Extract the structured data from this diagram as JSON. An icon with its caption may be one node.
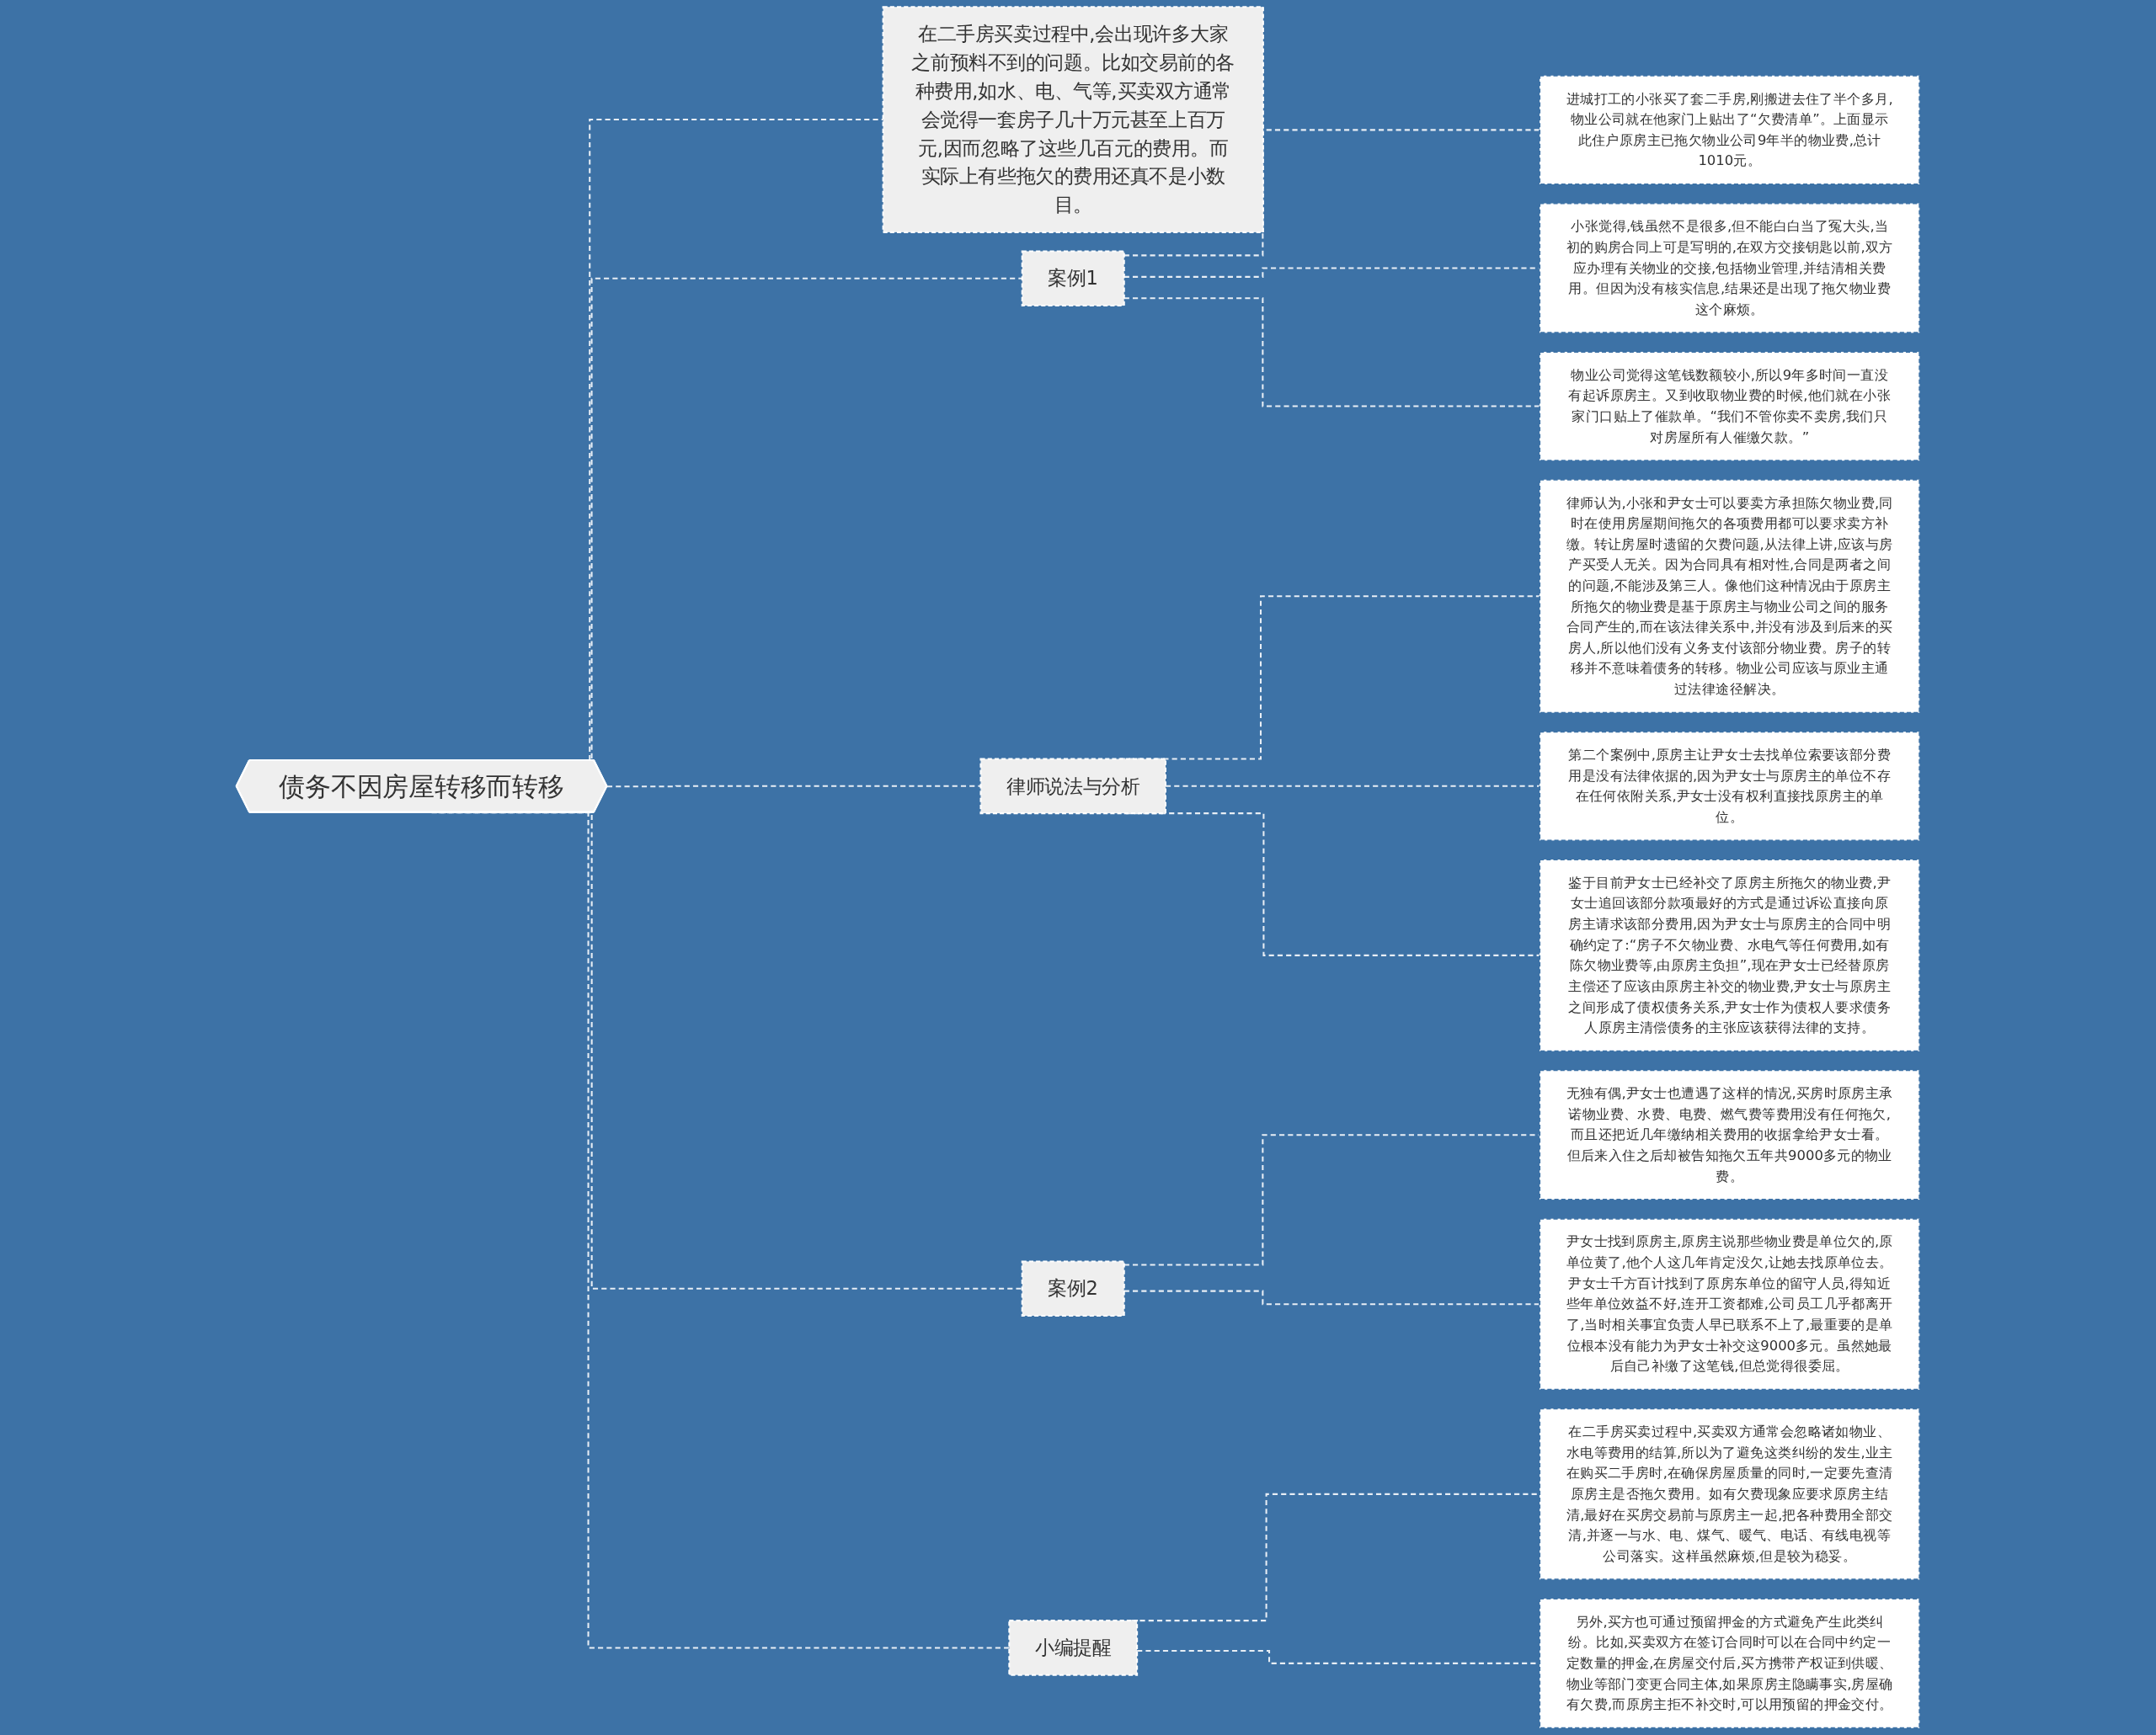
{
  "diagram": {
    "nodes": [
      {
        "text": [
          "债务不因房屋转移而转移"
        ]
      },
      {
        "text": [
          "案例1"
        ]
      },
      {
        "text": [
          "进城打工的小张买了套二手房,刚搬进去住了半个多月,物业公司就在他家门上贴出了“欠费清单”。上面显示此住户原房主已拖欠物业公司9年半的物业费,总计1010元。"
        ]
      },
      {
        "text": [
          "小张觉得,钱虽然不是很多,但不能白白当了冤大头,当初的购房合同上可是写明的,在双方交接钥匙以前,双方应办理有关物业的交接,包括物业管理,并结清相关费用。但因为没有核实信息,结果还是出现了拖欠物业费这个麻烦。"
        ]
      },
      {
        "text": [
          "物业公司觉得这笔钱数额较小,所以9年多时间一直没有起诉原房主。又到收取物业费的时候,他们就在小张家门口贴上了催款单。“我们不管你卖不卖房,我们只对房屋所有人催缴欠款。”"
        ]
      },
      {
        "text": [
          "律师说法与分析"
        ]
      },
      {
        "text": [
          "律师认为,小张和尹女士可以要卖方承担陈欠物业费,同时在使用房屋期间拖欠的各项费用都可以要求卖方补缴。转让房屋时遗留的欠费问题,从法律上讲,应该与房产买受人无关。因为合同具有相对性,合同是两者之间的问题,不能涉及第三人。像他们这种情况由于原房主所拖欠的物业费是基于原房主与物业公司之间的服务合同产生的,而在该法律关系中,并没有涉及到后来的买房人,所以他们没有义务支付该部分物业费。房子的转移并不意味着债务的转移。物业公司应该与原业主通过法律途径解决。"
        ]
      },
      {
        "text": [
          "第二个案例中,原房主让尹女士去找单位索要该部分费用是没有法律依据的,因为尹女士与原房主的单位不存在任何依附关系,尹女士没有权利直接找原房主的单位。"
        ]
      },
      {
        "text": [
          "鉴于目前尹女士已经补交了原房主所拖欠的物业费,尹女士追回该部分款项最好的方式是通过诉讼直接向原房主请求该部分费用,因为尹女士与原房主的合同中明确约定了:“房子不欠物业费、水电气等任何费用,如有陈欠物业费等,由原房主负担”,现在尹女士已经替原房主偿还了应该由原房主补交的物业费,尹女士与原房主之间形成了债权债务关系,尹女士作为债权人要求债务人原房主清偿债务的主张应该获得法律的支持。"
        ]
      },
      {
        "text": [
          "在二手房买卖过程中,会出现许多大家之前预料不到的问题。比如交易前的各种费用,如水、电、气等,买卖双方通常会觉得一套房子几十万元甚至上百万元,因而忽略了这些几百元的费用。而实际上有些拖欠的费用还真不是小数目。"
        ]
      },
      {
        "text": [
          "案例2"
        ]
      },
      {
        "text": [
          "无独有偶,尹女士也遭遇了这样的情况,买房时原房主承诺物业费、水费、电费、燃气费等费用没有任何拖欠,而且还把近几年缴纳相关费用的收据拿给尹女士看。但后来入住之后却被告知拖欠五年共9000多元的物业费。"
        ]
      },
      {
        "text": [
          "尹女士找到原房主,原房主说那些物业费是单位欠的,原单位黄了,他个人这几年肯定没欠,让她去找原单位去。尹女士千方百计找到了原房东单位的留守人员,得知近些年单位效益不好,连开工资都难,公司员工几乎都离开了,当时相关事宜负责人早已联系不上了,最重要的是单位根本没有能力为尹女士补交这9000多元。虽然她最后自己补缴了这笔钱,但总觉得很委屈。"
        ]
      },
      {
        "text": [
          "小编提醒"
        ]
      },
      {
        "text": [
          "在二手房买卖过程中,买卖双方通常会忽略诸如物业、水电等费用的结算,所以为了避免这类纠纷的发生,业主在购买二手房时,在确保房屋质量的同时,一定要先查清原房主是否拖欠费用。如有欠费现象应要求原房主结清,最好在买房交易前与原房主一起,把各种费用全部交清,并逐一与水、电、煤气、暖气、电话、有线电视等公司落实。这样虽然麻烦,但是较为稳妥。"
        ]
      },
      {
        "text": [
          "另外,买方也可通过预留押金的方式避免产生此类纠纷。比如,买卖双方在签订合同时可以在合同中约定一定数量的押金,在房屋交付后,买方携带产权证到供暖、物业等部门变更合同主体,如果原房主隐瞒事实,房屋确有欠费,而原房主拒不补交时,可以用预留的押金交付。"
        ]
      }
    ],
    "edges": [
      {
        "from": 0,
        "to": 1,
        "arrow": "none",
        "style": "dashed"
      },
      {
        "from": 1,
        "to": 2,
        "arrow": "none",
        "style": "dashed"
      },
      {
        "from": 1,
        "to": 3,
        "arrow": "none",
        "style": "dashed"
      },
      {
        "from": 1,
        "to": 4,
        "arrow": "none",
        "style": "dashed"
      },
      {
        "from": 0,
        "to": 5,
        "arrow": "none",
        "style": "dashed"
      },
      {
        "from": 5,
        "to": 6,
        "arrow": "none",
        "style": "dashed"
      },
      {
        "from": 5,
        "to": 7,
        "arrow": "none",
        "style": "dashed"
      },
      {
        "from": 5,
        "to": 8,
        "arrow": "none",
        "style": "dashed"
      },
      {
        "from": 0,
        "to": 9,
        "arrow": "none",
        "style": "dashed"
      },
      {
        "from": 0,
        "to": 10,
        "arrow": "none",
        "style": "dashed"
      },
      {
        "from": 10,
        "to": 11,
        "arrow": "none",
        "style": "dashed"
      },
      {
        "from": 10,
        "to": 12,
        "arrow": "none",
        "style": "dashed"
      },
      {
        "from": 0,
        "to": 13,
        "arrow": "none",
        "style": "dashed"
      },
      {
        "from": 13,
        "to": 14,
        "arrow": "none",
        "style": "dashed"
      },
      {
        "from": 13,
        "to": 15,
        "arrow": "none",
        "style": "dashed"
      }
    ]
  }
}
